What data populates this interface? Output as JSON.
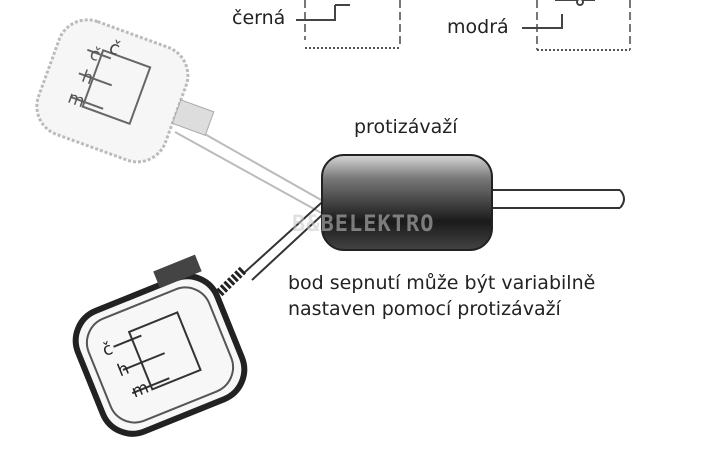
{
  "labels": {
    "black": "černá",
    "blue": "modrá",
    "counterweight": "protizávaží",
    "note_line1": "bod sepnutí může být variabilně",
    "note_line2": "nastaven pomocí protizávaží"
  },
  "float_labels": {
    "c": "č",
    "h": "h",
    "m": "m"
  },
  "watermark": "B&BELEKTRO"
}
